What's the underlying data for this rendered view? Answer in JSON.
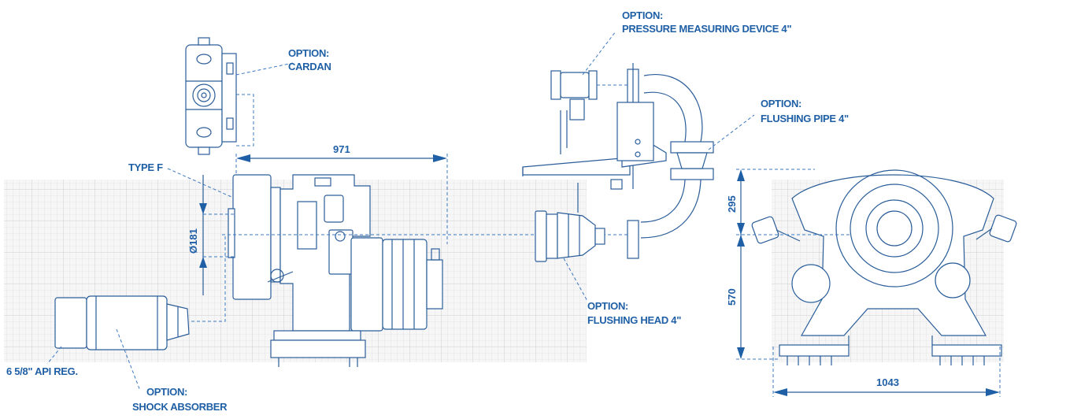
{
  "labels": {
    "option_cardan": [
      "OPTION:",
      "CARDAN"
    ],
    "type_f": "TYPE F",
    "option_pressure": [
      "OPTION:",
      "PRESSURE MEASURING DEVICE 4\""
    ],
    "option_flushing_pipe": [
      "OPTION:",
      "FLUSHING PIPE 4\""
    ],
    "option_flushing_head": [
      "OPTION:",
      "FLUSHING HEAD 4\""
    ],
    "api_reg": "6 5/8\" API REG.",
    "option_shock": [
      "OPTION:",
      "SHOCK ABSORBER"
    ]
  },
  "dimensions": {
    "length": "971",
    "diameter": "Ø181",
    "height_upper": "295",
    "height_lower": "570",
    "width": "1043"
  },
  "colors": {
    "line": "#2a5d99",
    "accent": "#1f5fa6",
    "grid": "#d2d2d2",
    "grid_bg": "#f4f4f4"
  }
}
